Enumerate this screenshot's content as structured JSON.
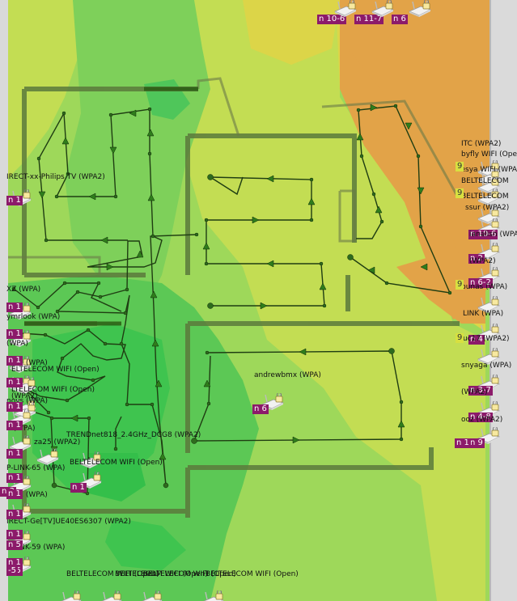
{
  "colors": {
    "deep_green": "#3fc44f",
    "green": "#5cc855",
    "light_green": "#9ed85a",
    "yellow_green": "#c3dd53",
    "yellow": "#dcd548",
    "orange": "#e2a348",
    "wall": "#5b7a3c",
    "channel_badge": "#8c1a6a",
    "path": "#1f3d12"
  },
  "access_points": [
    {
      "ssid": "IRECT-xx-Philips TV (WPA2)",
      "channel": ""
    },
    {
      "ssid": "XZ (WPA)",
      "channel": ""
    },
    {
      "ssid": "ymrlook (WPA)",
      "channel": ""
    },
    {
      "ssid": "(WPA)",
      "channel": ""
    },
    {
      "ssid": "SID1 (WPA)",
      "channel": ""
    },
    {
      "ssid": "ELTELECOM WIFI (Open)",
      "channel": ""
    },
    {
      "ssid": "LTELECOM WIFI (Open)",
      "channel": ""
    },
    {
      "ssid": "(WPA2)",
      "channel": ""
    },
    {
      "ssid": "novs (WPA)",
      "channel": ""
    },
    {
      "ssid": "0 (WPA)",
      "channel": ""
    },
    {
      "ssid": "za25 (WPA2)",
      "channel": ""
    },
    {
      "ssid": "P-LINK-65 (WPA)",
      "channel": "n 3"
    },
    {
      "ssid": "SID1 (WPA)",
      "channel": ""
    },
    {
      "ssid": "IRECT-Ge[TV]UE40ES6307 (WPA2)",
      "channel": ""
    },
    {
      "ssid": "P-LINK-59 (WPA)",
      "channel": ""
    },
    {
      "ssid": "TRENDnet818_2.4GHz_DCG8 (WPA2)",
      "channel": ""
    },
    {
      "ssid": "BELTELECOM WIFI (Open)",
      "channel": "n 1"
    },
    {
      "ssid": "andrewbmx (WPA)",
      "channel": "n 6"
    },
    {
      "ssid": "BELTELECOM WIFI (Open)",
      "channel": "n 1"
    },
    {
      "ssid": "BELTELECOM WIFI (Open)",
      "channel": "n 6"
    },
    {
      "ssid": "BELTELECOM WIFI (Open)",
      "channel": "n 4"
    },
    {
      "ssid": "BELTELECOM WIFI (Open)",
      "channel": "n 9"
    },
    {
      "ssid": "ITC (WPA2)",
      "channel": ""
    },
    {
      "ssid": "byfly WIFI (Open)",
      "channel": ""
    },
    {
      "ssid": "lesya WIFI (WPA)",
      "channel": ""
    },
    {
      "ssid": "BELTELECOM",
      "channel": ""
    },
    {
      "ssid": "BELTELECOM",
      "channel": ""
    },
    {
      "ssid": "ssur (WPA2)",
      "channel": "n 10-6"
    },
    {
      "ssid": "ianalisn (WPA)",
      "channel": "n 2"
    },
    {
      "ssid": "(WPA2)",
      "channel": "n 6-2"
    },
    {
      "ssid": "bunas (WPA)",
      "channel": ""
    },
    {
      "ssid": "LINK (WPA)",
      "channel": "n 4"
    },
    {
      "ssid": "cuc17 (WPA2)",
      "channel": ""
    },
    {
      "ssid": "snyaga (WPA)",
      "channel": "n 3-7"
    },
    {
      "ssid": "(WPA2)",
      "channel": "n 4-8"
    },
    {
      "ssid": "ooz (WPA2)",
      "channel": "n 9"
    }
  ],
  "top_channels": [
    "n 10-6",
    "n 11-7",
    "n 6"
  ],
  "extra_badges": [
    "n 1",
    "n 1",
    "n 1",
    "n 1",
    "n 1",
    "n 1",
    "n 1",
    "n 1",
    "n 1",
    "n 1",
    "n 1",
    "n 1",
    "n 1",
    "n 5",
    "n 5",
    "n 1"
  ],
  "yellow_badges": [
    "9",
    "9",
    "9",
    "9",
    "9"
  ],
  "left_edge": {
    "marker": "-5"
  }
}
